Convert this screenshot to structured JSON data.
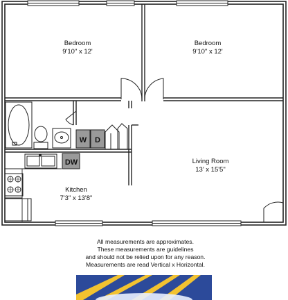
{
  "rooms": {
    "bedroom_left": {
      "name": "Bedroom",
      "size": "9'10\" x 12'"
    },
    "bedroom_right": {
      "name": "Bedroom",
      "size": "9'10\" x 12'"
    },
    "living_room": {
      "name": "Living Room",
      "size": "13' x 15'5\""
    },
    "kitchen": {
      "name": "Kitchen",
      "size": "7'3\" x 13'8\""
    }
  },
  "appliances": {
    "washer": "W",
    "dryer": "D",
    "dishwasher": "DW"
  },
  "disclaimer": {
    "line1": "All measurements are approximates.",
    "line2": "These measurements are guidelines",
    "line3": "and should not be relied upon for any reason.",
    "line4": "Measurements are read Vertical x Horizontal."
  },
  "colors": {
    "wall": "#222222",
    "appliance_fill": "#9a9a9a",
    "logo_blue": "#2c4a9a",
    "logo_gold": "#f2c230"
  }
}
